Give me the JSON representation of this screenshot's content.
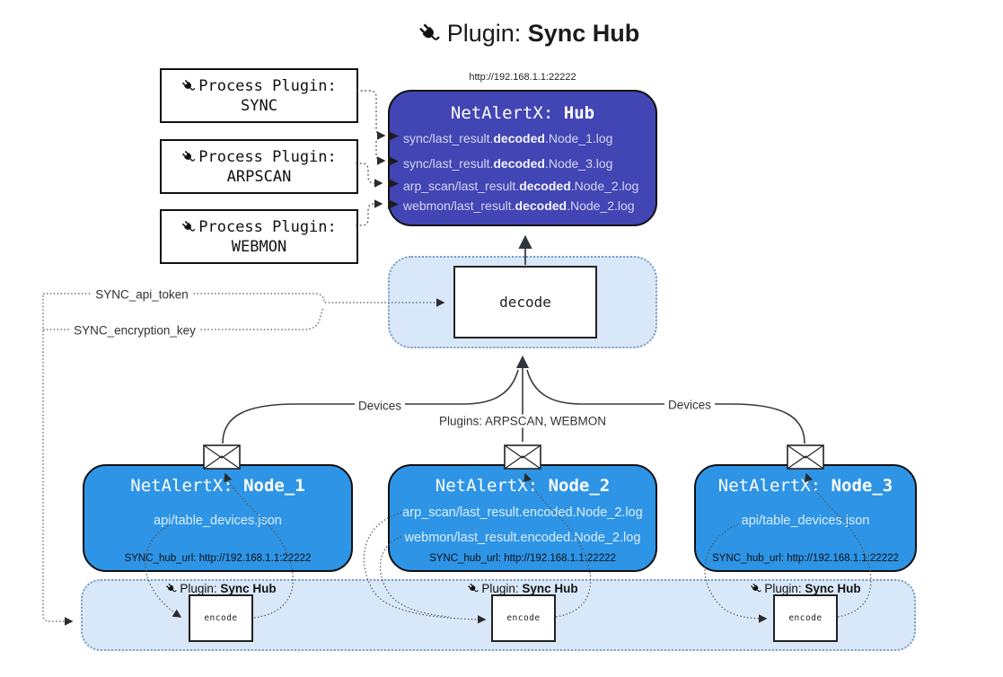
{
  "title": {
    "prefix": "Plugin:",
    "name": "Sync Hub"
  },
  "process_plugins": [
    {
      "label": "Process Plugin:",
      "name": "SYNC"
    },
    {
      "label": "Process Plugin:",
      "name": "ARPSCAN"
    },
    {
      "label": "Process Plugin:",
      "name": "WEBMON"
    }
  ],
  "hub": {
    "url": "http://192.168.1.1:22222",
    "title_prefix": "NetAlertX:",
    "title_name": "Hub",
    "log_lines": [
      {
        "pre": "sync/last_result.",
        "mid": "decoded",
        "post": ".Node_1.log"
      },
      {
        "pre": "sync/last_result.",
        "mid": "decoded",
        "post": ".Node_3.log"
      },
      {
        "pre": "arp_scan/last_result.",
        "mid": "decoded",
        "post": ".Node_2.log"
      },
      {
        "pre": "webmon/last_result.",
        "mid": "decoded",
        "post": ".Node_2.log"
      }
    ]
  },
  "decode": {
    "label": "decode"
  },
  "secrets": {
    "api_token": "SYNC_api_token",
    "encryption_key": "SYNC_encryption_key"
  },
  "edges": {
    "devices_left": "Devices",
    "plugins_center": "Plugins: ARPSCAN, WEBMON",
    "devices_right": "Devices"
  },
  "nodes": [
    {
      "title_prefix": "NetAlertX:",
      "title_name": "Node_1",
      "files": [
        "api/table_devices.json"
      ],
      "hub_url": "SYNC_hub_url: http://192.168.1.1:22222"
    },
    {
      "title_prefix": "NetAlertX:",
      "title_name": "Node_2",
      "files": [
        "arp_scan/last_result.encoded.Node_2.log",
        "webmon/last_result.encoded.Node_2.log"
      ],
      "hub_url": "SYNC_hub_url: http://192.168.1.1:22222"
    },
    {
      "title_prefix": "NetAlertX:",
      "title_name": "Node_3",
      "files": [
        "api/table_devices.json"
      ],
      "hub_url": "SYNC_hub_url: http://192.168.1.1:22222"
    }
  ],
  "encode_sections": [
    {
      "plugin_prefix": "Plugin:",
      "plugin_name": "Sync Hub",
      "box_label": "encode"
    },
    {
      "plugin_prefix": "Plugin:",
      "plugin_name": "Sync Hub",
      "box_label": "encode"
    },
    {
      "plugin_prefix": "Plugin:",
      "plugin_name": "Sync Hub",
      "box_label": "encode"
    }
  ],
  "colors": {
    "hub_bg": "#4245b4",
    "node_bg": "#2e94e6",
    "band_bg": "#d9e8f9",
    "band_border": "#7d9cc0",
    "accent_text": "#d6d6ee"
  }
}
